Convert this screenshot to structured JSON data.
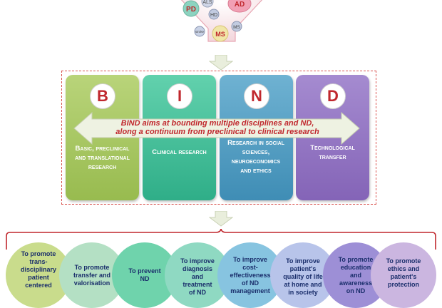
{
  "funnel": {
    "labels": [
      "PD",
      "AD",
      "ALS",
      "HD",
      "stroke",
      "MS",
      "MS"
    ]
  },
  "pillars": [
    {
      "letter": "B",
      "lines": [
        "Basic, preclinical",
        "and translational",
        "research"
      ]
    },
    {
      "letter": "I",
      "lines": [
        "Clinical research"
      ]
    },
    {
      "letter": "N",
      "lines": [
        "Research in social",
        "sciences,",
        "neuroeconomics",
        "and ethics"
      ]
    },
    {
      "letter": "D",
      "lines": [
        "Technological",
        "transfer"
      ]
    }
  ],
  "banner": {
    "line1": "BIND aims at bounding multiple disciplines and ND,",
    "line2": "along a continuum from preclinical to clinical research"
  },
  "goals": [
    {
      "lines": [
        "To promote",
        "trans-",
        "disciplinary",
        "patient",
        "centered"
      ]
    },
    {
      "lines": [
        "To promote",
        "transfer and",
        "valorisation"
      ]
    },
    {
      "lines": [
        "To prevent",
        "ND"
      ]
    },
    {
      "lines": [
        "To improve",
        "diagnosis",
        "and",
        "treatment",
        "of ND"
      ]
    },
    {
      "lines": [
        "To improve",
        "cost-",
        "effectiveness",
        "of ND",
        "management"
      ]
    },
    {
      "lines": [
        "To improve",
        "patient's",
        "quality of life",
        "at home and",
        "in society"
      ]
    },
    {
      "lines": [
        "To promote",
        "education",
        "and",
        "awareness",
        "on ND"
      ]
    },
    {
      "lines": [
        "To promote",
        "ethics and",
        "patient's",
        "protection"
      ]
    }
  ],
  "colors": {
    "letter": "#c0272d",
    "banner_text": "#c0272d",
    "goal_text": "#1a2e6b",
    "frame": "#d9534f"
  }
}
